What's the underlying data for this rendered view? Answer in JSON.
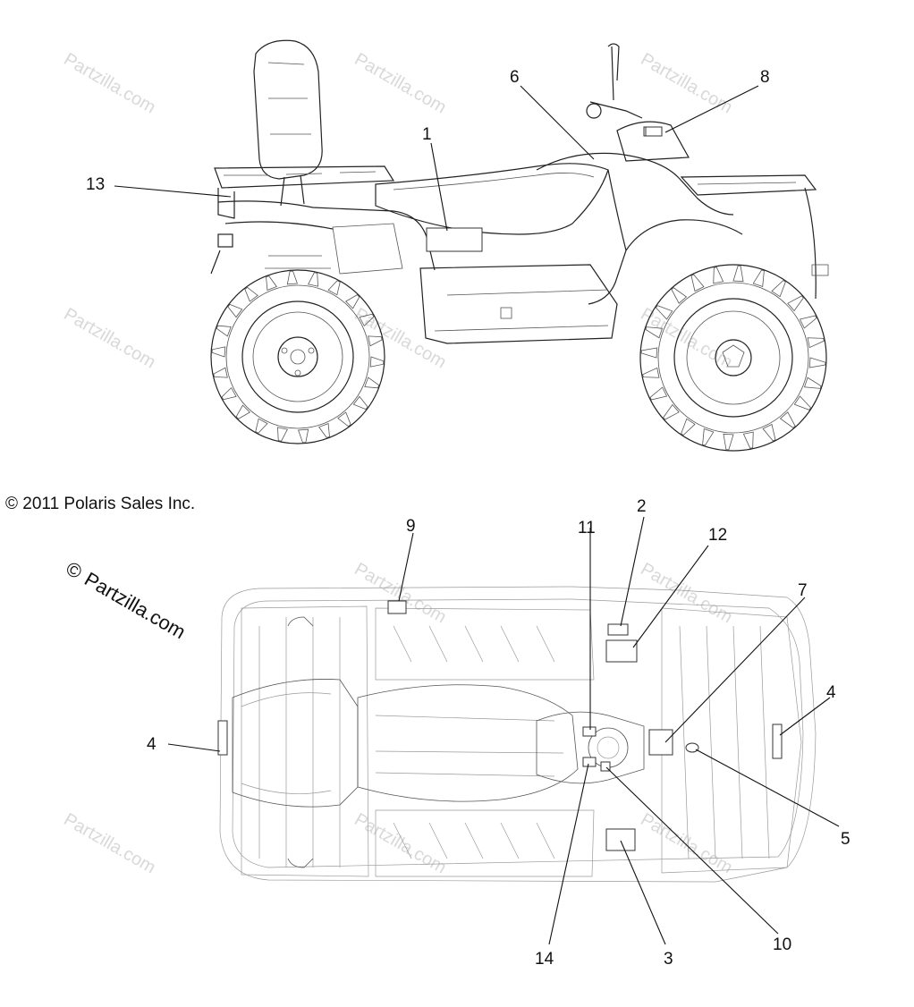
{
  "copyright": {
    "symbol": "©",
    "text": "2011 Polaris Sales Inc."
  },
  "watermark": {
    "text": "Partzilla.com",
    "large_text": "Partzilla.com",
    "symbol": "©"
  },
  "callouts": {
    "c1": "1",
    "c6": "6",
    "c8": "8",
    "c13": "13",
    "c2": "2",
    "c9": "9",
    "c11": "11",
    "c12": "12",
    "c7": "7",
    "c4_left": "4",
    "c4_right": "4",
    "c5": "5",
    "c10": "10",
    "c3": "3",
    "c14": "14"
  }
}
